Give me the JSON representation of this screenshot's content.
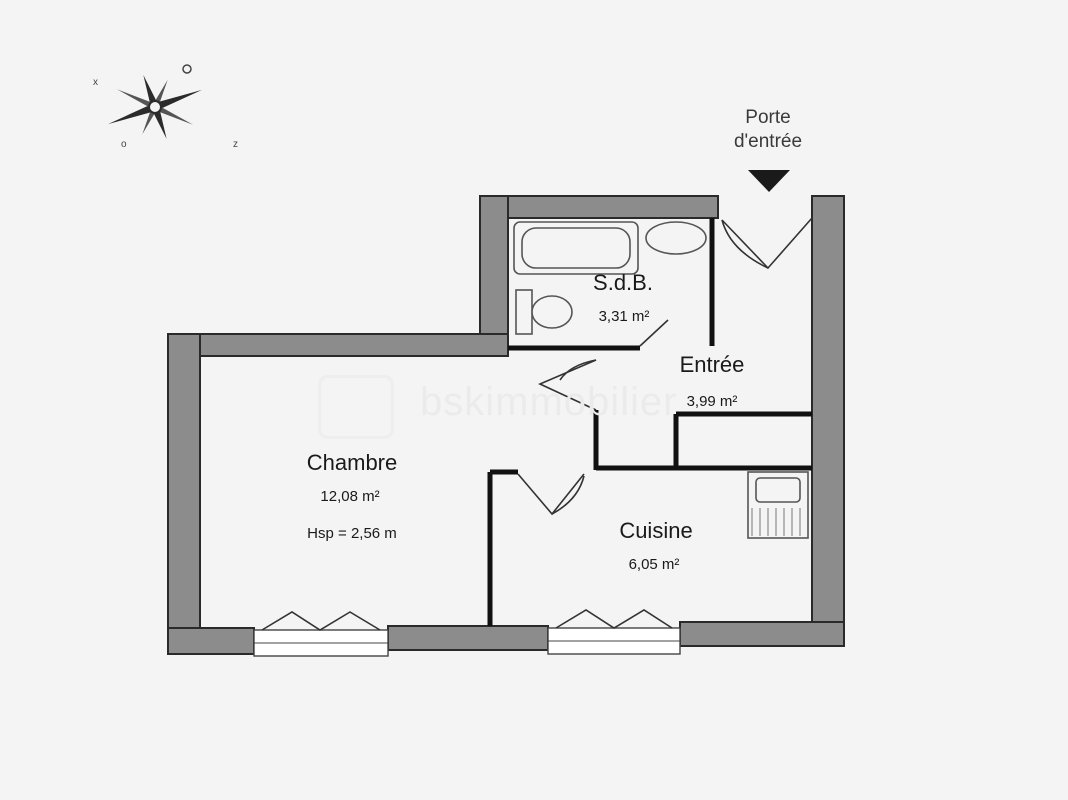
{
  "entrance": {
    "label": "Porte d'entrée",
    "line1": "Porte",
    "line2": "d'entrée"
  },
  "rooms": {
    "sdb": {
      "name": "S.d.B.",
      "area": "3,31 m²"
    },
    "entree": {
      "name": "Entrée",
      "area": "3,99 m²"
    },
    "chambre": {
      "name": "Chambre",
      "area": "12,08 m²",
      "height": "Hsp = 2,56 m"
    },
    "cuisine": {
      "name": "Cuisine",
      "area": "6,05 m²"
    }
  },
  "watermark": {
    "text": "bskimmobilier"
  },
  "icons": {
    "compass": "compass-rose-icon",
    "arrow": "entrance-arrow-icon"
  },
  "colors": {
    "wall": "#8c8c8c",
    "background": "#f4f4f4",
    "line": "#111111"
  }
}
